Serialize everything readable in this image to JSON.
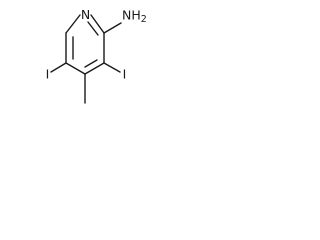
{
  "molecule": {
    "atoms": {
      "ring_nitrogen": "N",
      "amine_group": "NH",
      "amine_subscript": "2",
      "iodine_3": "I",
      "iodine_5": "I"
    }
  }
}
